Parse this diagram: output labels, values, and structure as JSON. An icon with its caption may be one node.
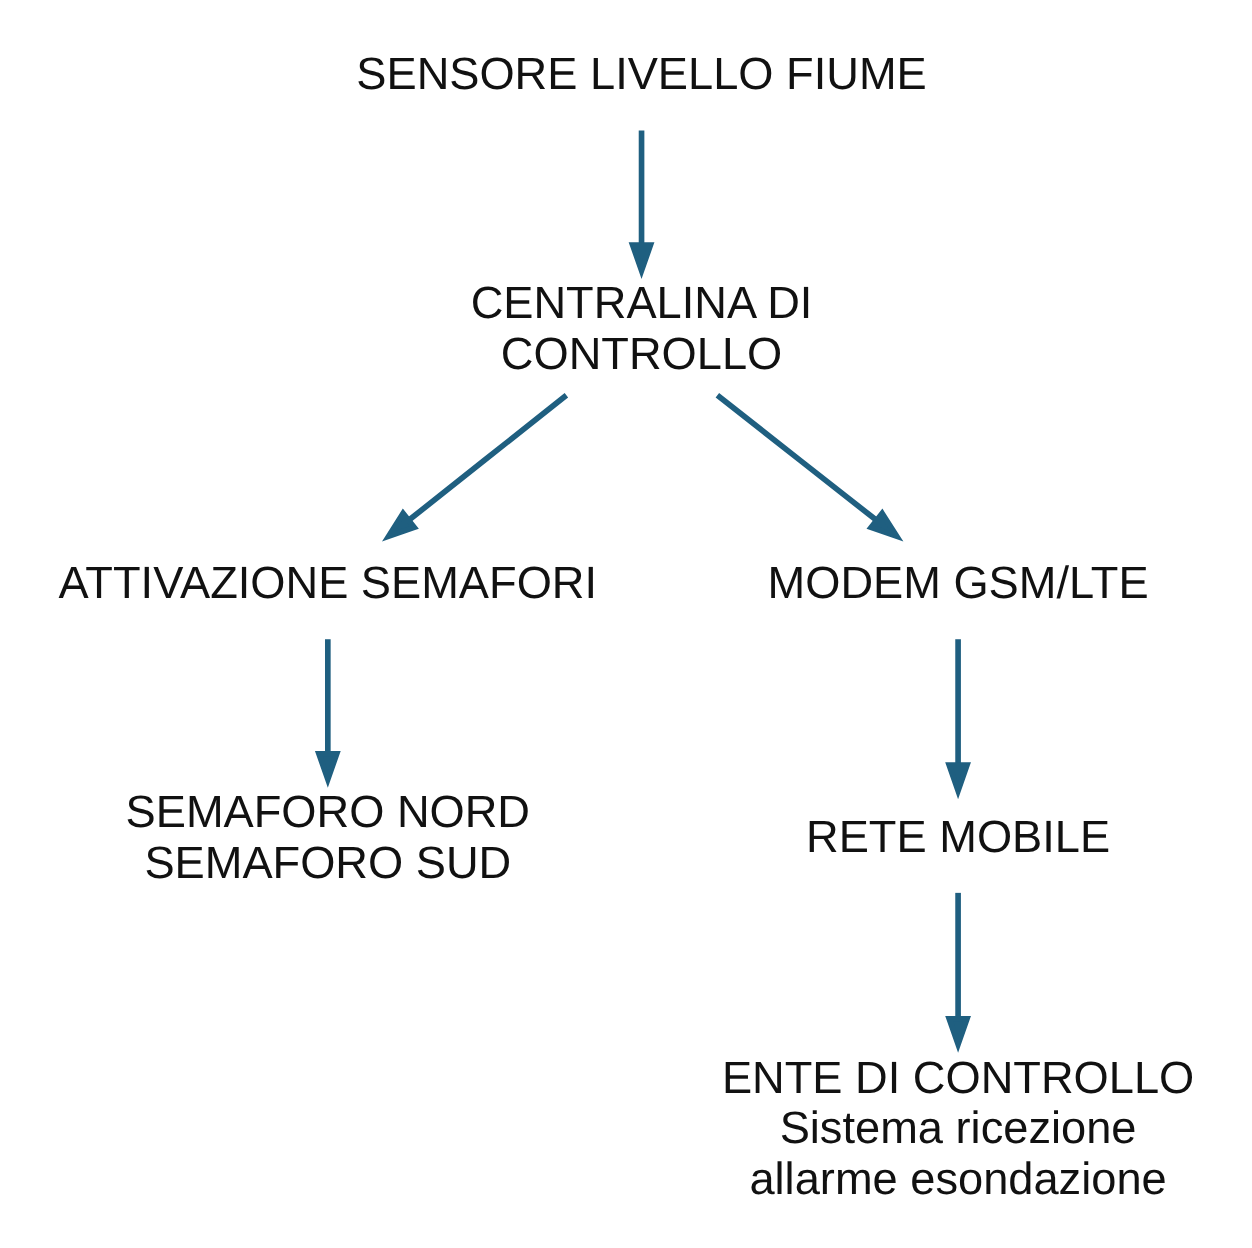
{
  "diagram": {
    "nodes": [
      {
        "text": [
          "SENSORE LIVELLO FIUME"
        ]
      },
      {
        "text": [
          "CENTRALINA DI CONTROLLO"
        ]
      },
      {
        "text": [
          "ATTIVAZIONE SEMAFORI"
        ]
      },
      {
        "text": [
          "MODEM GSM/LTE"
        ]
      },
      {
        "text": [
          "SEMAFORO NORD",
          "SEMAFORO SUD"
        ]
      },
      {
        "text": [
          "RETE MOBILE"
        ]
      },
      {
        "text": [
          "ENTE DI CONTROLLO",
          "Sistema ricezione allarme esondazione"
        ]
      }
    ],
    "edges": [
      {
        "from": 0,
        "to": 1,
        "arrow": "to"
      },
      {
        "from": 1,
        "to": 2,
        "arrow": "to"
      },
      {
        "from": 1,
        "to": 3,
        "arrow": "to"
      },
      {
        "from": 2,
        "to": 4,
        "arrow": "to"
      },
      {
        "from": 3,
        "to": 5,
        "arrow": "to"
      },
      {
        "from": 5,
        "to": 6,
        "arrow": "to"
      }
    ]
  }
}
